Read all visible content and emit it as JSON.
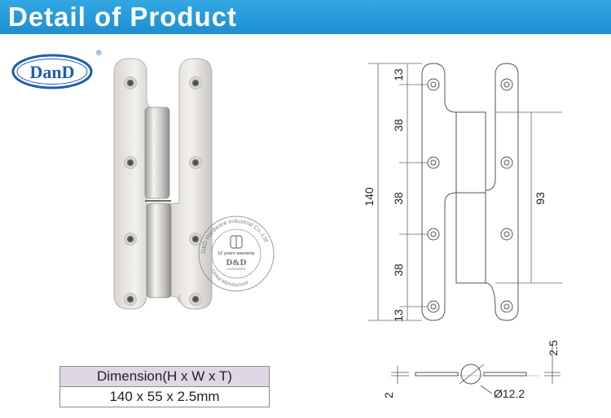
{
  "header": {
    "title": "Detail of Product"
  },
  "logo": {
    "brand_text": "DanD",
    "registered_mark": "®"
  },
  "watermark": {
    "ring_text": "D&D Hardware Industrial Co.,Ltd",
    "ring_bottom_text": "Global Manufacturer",
    "warranty_text": "12 years warranty",
    "brand_text": "D&D",
    "hardware_text": "HARDWARE"
  },
  "drawing": {
    "total_height": "140",
    "top_offset": "13",
    "spacing_1": "38",
    "spacing_2": "38",
    "spacing_3": "38",
    "bottom_offset": "13",
    "leaf_length": "93",
    "thickness_top": "2.5",
    "thickness_side": "2",
    "knuckle_diameter": "Ø12.2"
  },
  "dimension_table": {
    "header": "Dimension(H x W x T)",
    "value": "140 x 55 x 2.5mm"
  },
  "colors": {
    "banner_blue": "#2a9fdf",
    "logo_blue": "#1f5fa8",
    "table_header_bg": "#ded8e6",
    "drawing_line": "#555555"
  }
}
